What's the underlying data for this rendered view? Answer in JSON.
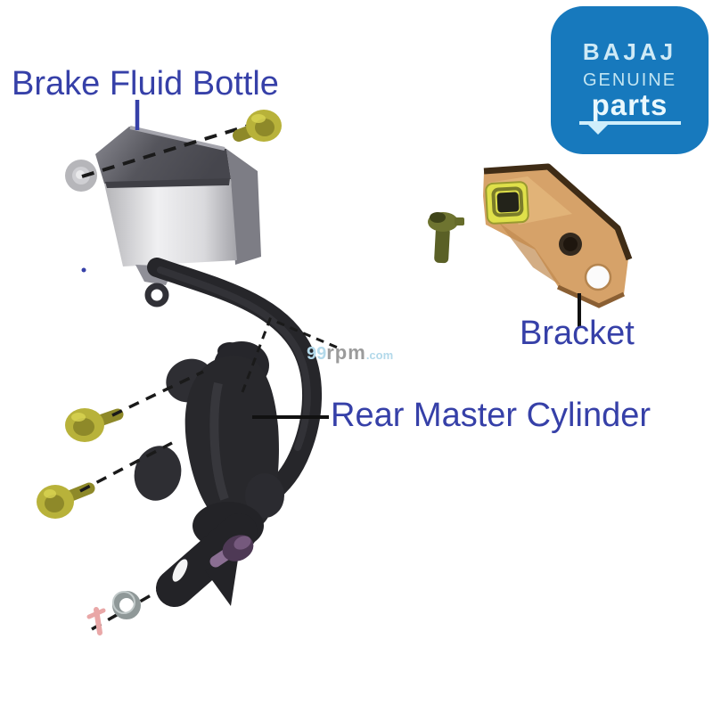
{
  "labels": {
    "brake_fluid_bottle": "Brake Fluid Bottle",
    "rear_master_cylinder": "Rear Master Cylinder",
    "bracket": "Bracket"
  },
  "logo": {
    "brand": "BAJAJ",
    "genuine": "GENUINE",
    "parts": "parts"
  },
  "watermark": {
    "number": "99",
    "name": "rpm",
    "tld": ".com"
  },
  "colors": {
    "label_text": "#3640a8",
    "logo_background": "#1779bd",
    "logo_text": "#cfeaf6",
    "leader_line": "#1a1a1a",
    "bolt_yellow": "#b8b23a",
    "bracket_tan": "#d6a269",
    "part_dark": "#28282c",
    "watermark_blue": "#b3d9ea",
    "watermark_gray": "#9b9b9b"
  }
}
